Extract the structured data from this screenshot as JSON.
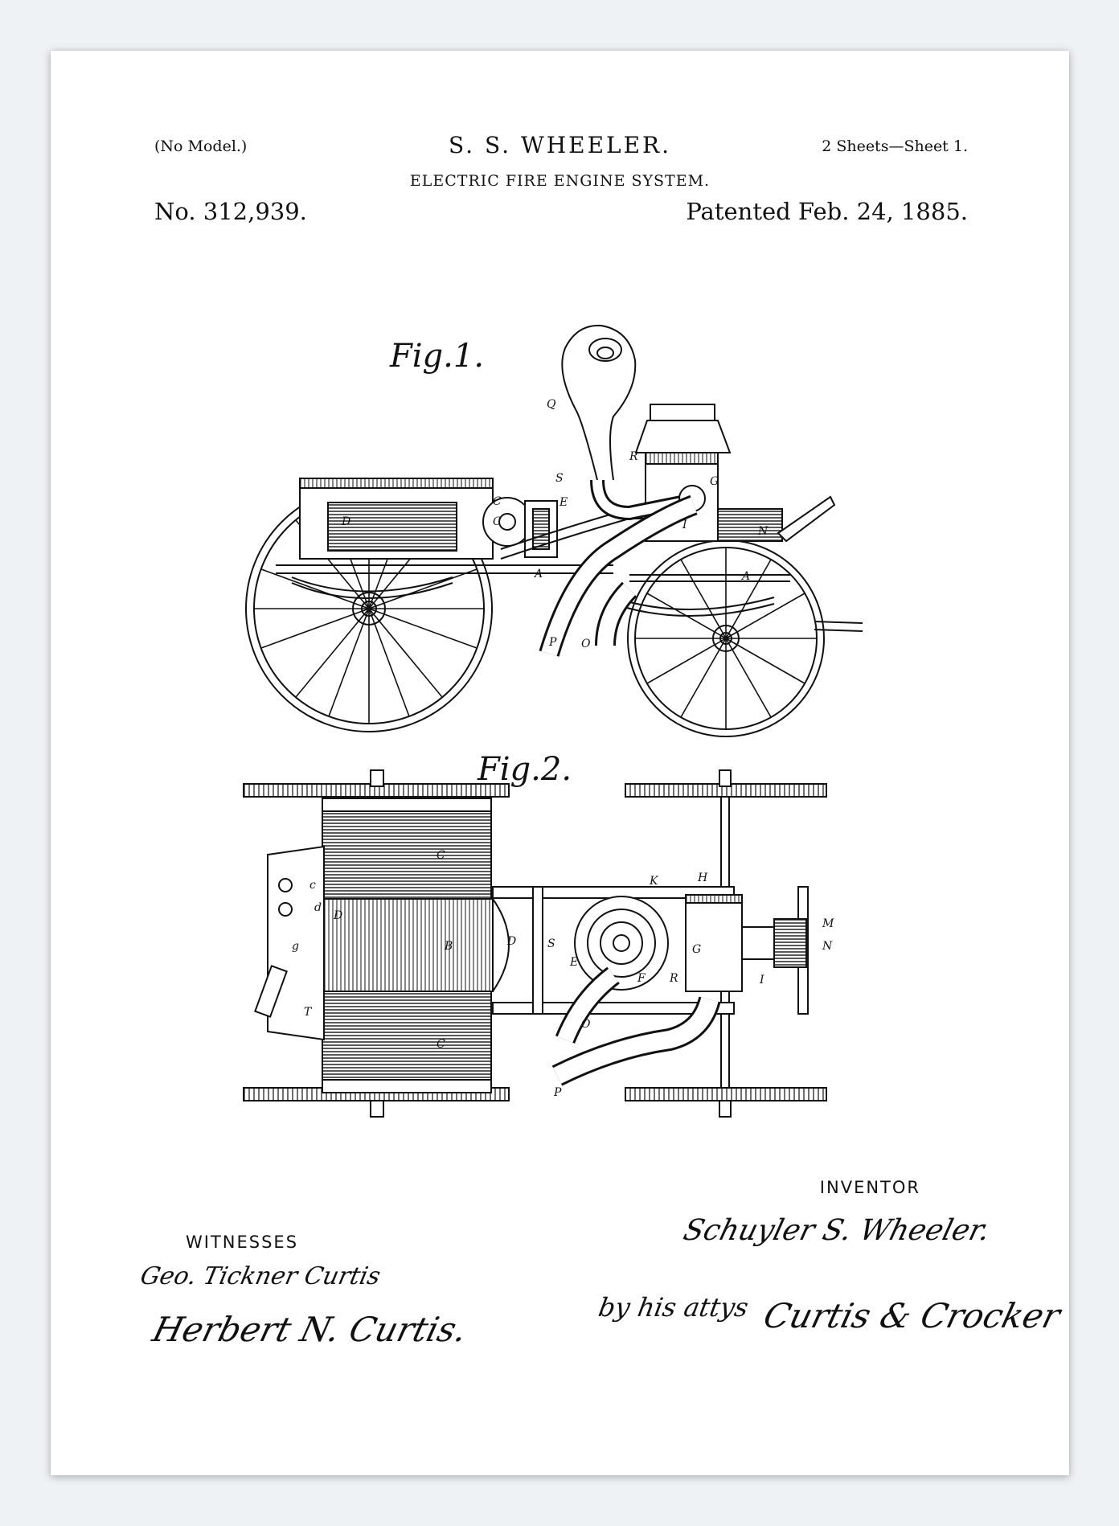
{
  "header": {
    "model_note": "(No Model.)",
    "inventor": "S. S. WHEELER.",
    "sheets": "2 Sheets—Sheet 1.",
    "title": "ELECTRIC FIRE ENGINE SYSTEM.",
    "patent_number": "No. 312,939.",
    "patent_date": "Patented Feb. 24, 1885."
  },
  "figures": {
    "fig1_label": "Fig.1.",
    "fig2_label": "Fig.2."
  },
  "footer": {
    "inventor_label": "INVENTOR",
    "witnesses_label": "WITNESSES",
    "witness_1_signature": "Geo. Tickner Curtis",
    "witness_2_signature": "Herbert N. Curtis.",
    "inventor_signature": "Schuyler S. Wheeler.",
    "attorneys_prefix": "by his attys",
    "attorneys_signature": "Curtis & Crocker"
  }
}
